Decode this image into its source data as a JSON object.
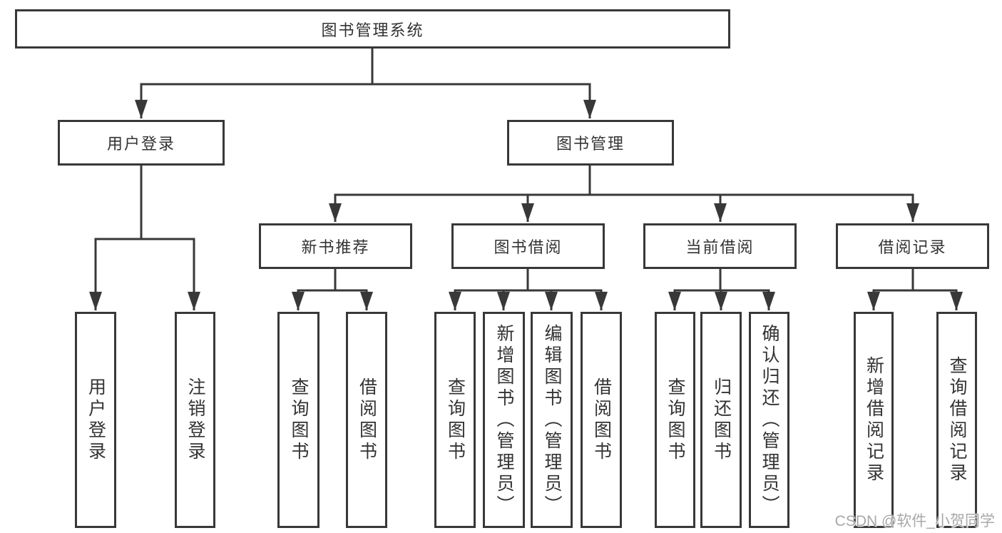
{
  "colors": {
    "line": "#383838",
    "text": "#333333",
    "box_background": "#ffffff",
    "page_background": "#ffffff",
    "watermark": "#a8a8a8"
  },
  "watermark": {
    "text": "CSDN @软件_小贺同学"
  },
  "nodes": {
    "root": {
      "label": "图书管理系统"
    },
    "user_login": {
      "label": "用户登录"
    },
    "book_mgmt": {
      "label": "图书管理"
    },
    "new_book_rec": {
      "label": "新书推荐"
    },
    "book_borrow": {
      "label": "图书借阅"
    },
    "current_borrow": {
      "label": "当前借阅"
    },
    "borrow_records": {
      "label": "借阅记录"
    },
    "leaf_user_login": {
      "label": "用户登录"
    },
    "leaf_logout": {
      "label": "注销登录"
    },
    "leaf_rec_query_book": {
      "label": "查询图书"
    },
    "leaf_rec_borrow_book": {
      "label": "借阅图书"
    },
    "leaf_bb_query_book": {
      "label": "查询图书"
    },
    "leaf_bb_add_book": {
      "label": "新增图书（管理员）"
    },
    "leaf_bb_edit_book": {
      "label": "编辑图书（管理员）"
    },
    "leaf_bb_borrow_book": {
      "label": "借阅图书"
    },
    "leaf_cb_query_book": {
      "label": "查询图书"
    },
    "leaf_cb_return_book": {
      "label": "归还图书"
    },
    "leaf_cb_confirm_return": {
      "label": "确认归还（管理员）"
    },
    "leaf_br_add_record": {
      "label": "新增借阅记录"
    },
    "leaf_br_query_record": {
      "label": "查询借阅记录"
    }
  },
  "edges": [
    {
      "from": "图书管理系统",
      "to": "用户登录"
    },
    {
      "from": "图书管理系统",
      "to": "图书管理"
    },
    {
      "from": "用户登录",
      "to": "用户登录"
    },
    {
      "from": "用户登录",
      "to": "注销登录"
    },
    {
      "from": "图书管理",
      "to": "新书推荐"
    },
    {
      "from": "图书管理",
      "to": "图书借阅"
    },
    {
      "from": "图书管理",
      "to": "当前借阅"
    },
    {
      "from": "图书管理",
      "to": "借阅记录"
    },
    {
      "from": "新书推荐",
      "to": "查询图书"
    },
    {
      "from": "新书推荐",
      "to": "借阅图书"
    },
    {
      "from": "图书借阅",
      "to": "查询图书"
    },
    {
      "from": "图书借阅",
      "to": "新增图书（管理员）"
    },
    {
      "from": "图书借阅",
      "to": "编辑图书（管理员）"
    },
    {
      "from": "图书借阅",
      "to": "借阅图书"
    },
    {
      "from": "当前借阅",
      "to": "查询图书"
    },
    {
      "from": "当前借阅",
      "to": "归还图书"
    },
    {
      "from": "当前借阅",
      "to": "确认归还（管理员）"
    },
    {
      "from": "借阅记录",
      "to": "新增借阅记录"
    },
    {
      "from": "借阅记录",
      "to": "查询借阅记录"
    }
  ]
}
